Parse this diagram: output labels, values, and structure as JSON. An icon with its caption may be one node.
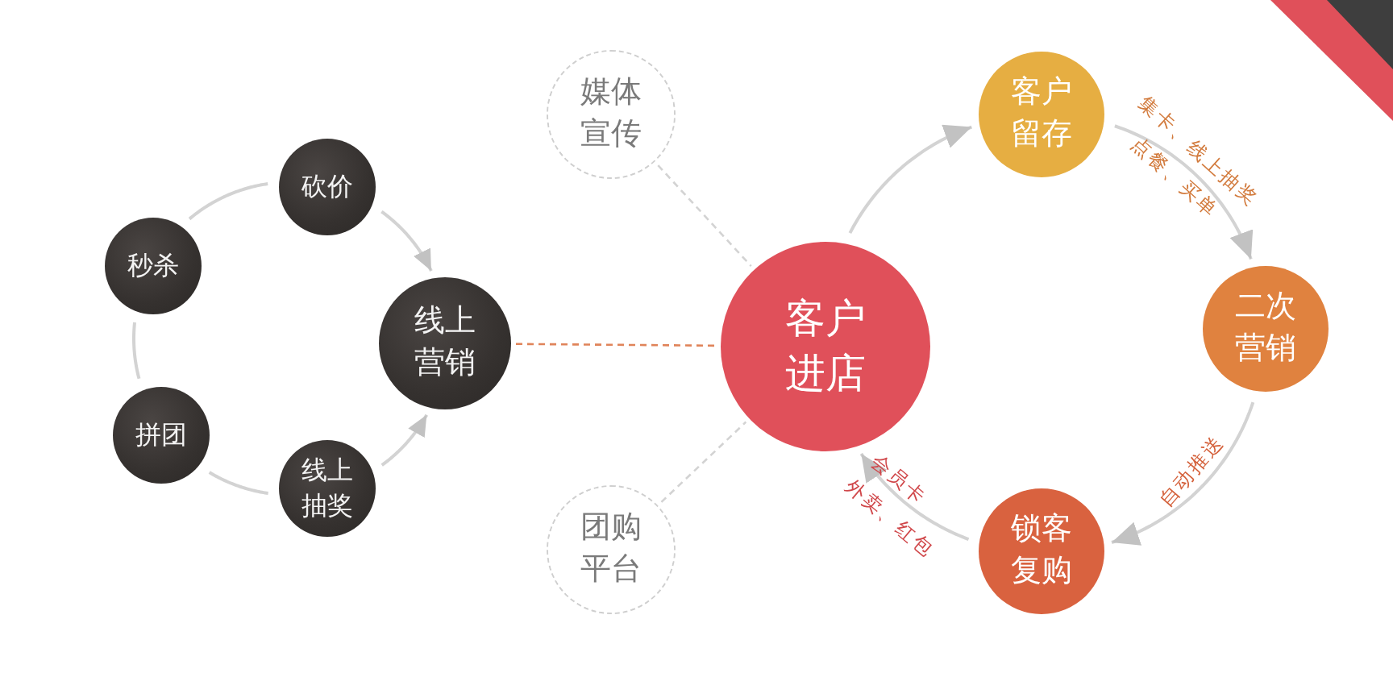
{
  "diagram": {
    "nodes": [
      {
        "text": [
          "砍价"
        ]
      },
      {
        "text": [
          "秒杀"
        ]
      },
      {
        "text": [
          "拼团"
        ]
      },
      {
        "text": [
          "线上抽奖"
        ]
      },
      {
        "text": [
          "线上营销"
        ]
      },
      {
        "text": [
          "媒体宣传"
        ]
      },
      {
        "text": [
          "团购平台"
        ]
      },
      {
        "text": [
          "客户进店"
        ]
      },
      {
        "text": [
          "客户留存"
        ]
      },
      {
        "text": [
          "二次营销"
        ]
      },
      {
        "text": [
          "锁客复购"
        ]
      }
    ],
    "edges": [
      {
        "from": 1,
        "to": 0,
        "arrow": "none"
      },
      {
        "from": 1,
        "to": 2,
        "arrow": "none"
      },
      {
        "from": 2,
        "to": 3,
        "arrow": "none"
      },
      {
        "from": 0,
        "to": 4,
        "arrow": "to"
      },
      {
        "from": 3,
        "to": 4,
        "arrow": "to"
      },
      {
        "from": 4,
        "to": 7,
        "arrow": "none",
        "style": "dashed",
        "color": "#e0845a"
      },
      {
        "from": 5,
        "to": 7,
        "arrow": "none",
        "style": "dashed"
      },
      {
        "from": 6,
        "to": 7,
        "arrow": "none",
        "style": "dashed"
      },
      {
        "from": 7,
        "to": 8,
        "arrow": "to"
      },
      {
        "from": 8,
        "to": 9,
        "arrow": "to",
        "label": "集卡、线上抽奖点餐、买单"
      },
      {
        "from": 9,
        "to": 10,
        "arrow": "to",
        "label": "自动推送"
      },
      {
        "from": 10,
        "to": 7,
        "arrow": "to",
        "label": "会员卡外卖、红包"
      }
    ]
  }
}
